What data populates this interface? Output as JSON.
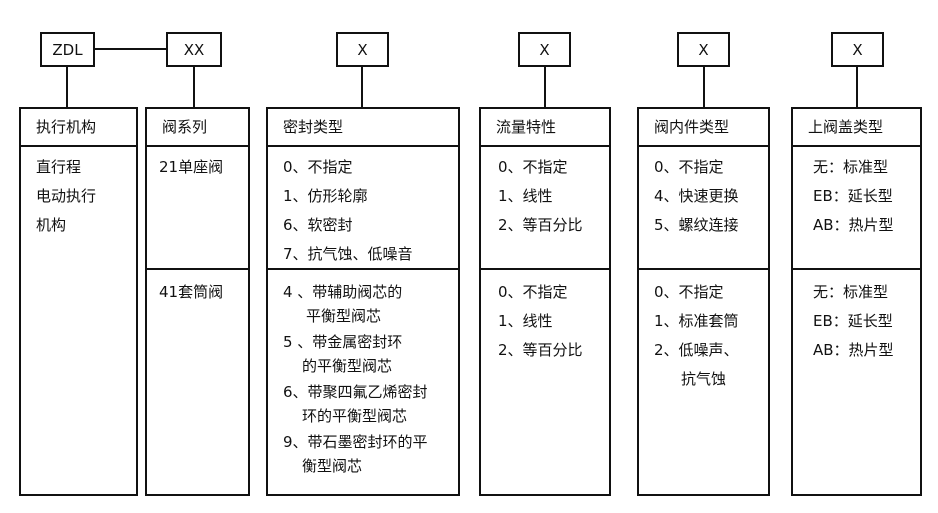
{
  "codes": [
    "ZDL",
    "XX",
    "X",
    "X",
    "X",
    "X"
  ],
  "columns": [
    {
      "title": "执行机构",
      "cells": [
        {
          "lines": [
            "直行程",
            "电动执行",
            "机构"
          ]
        }
      ]
    },
    {
      "title": "阀系列",
      "cells": [
        {
          "lines": [
            "21单座阀"
          ]
        },
        {
          "lines": [
            "41套筒阀"
          ]
        }
      ]
    },
    {
      "title": "密封类型",
      "cells": [
        {
          "lines": [
            "0、不指定",
            "1、仿形轮廓",
            "6、软密封",
            "7、抗气蚀、低噪音"
          ]
        },
        {
          "lines": [
            "4 、带辅助阀芯的",
            "平衡型阀芯",
            "5 、带金属密封环",
            "的平衡型阀芯",
            "6、带聚四氟乙烯密封",
            "环的平衡型阀芯",
            "9、带石墨密封环的平",
            "衡型阀芯"
          ]
        }
      ]
    },
    {
      "title": "流量特性",
      "cells": [
        {
          "lines": [
            "0、不指定",
            "1、线性",
            "2、等百分比"
          ]
        },
        {
          "lines": [
            "0、不指定",
            "1、线性",
            "2、等百分比"
          ]
        }
      ]
    },
    {
      "title": "阀内件类型",
      "cells": [
        {
          "lines": [
            "0、不指定",
            "4、快速更换",
            "5、螺纹连接"
          ]
        },
        {
          "lines": [
            "0、不指定",
            "1、标准套筒",
            "2、低噪声、",
            "抗气蚀"
          ]
        }
      ]
    },
    {
      "title": "上阀盖类型",
      "cells": [
        {
          "lines": [
            "无：标准型",
            "EB：延长型",
            "AB：热片型"
          ]
        },
        {
          "lines": [
            "无：标准型",
            "EB：延长型",
            "AB：热片型"
          ]
        }
      ]
    }
  ]
}
